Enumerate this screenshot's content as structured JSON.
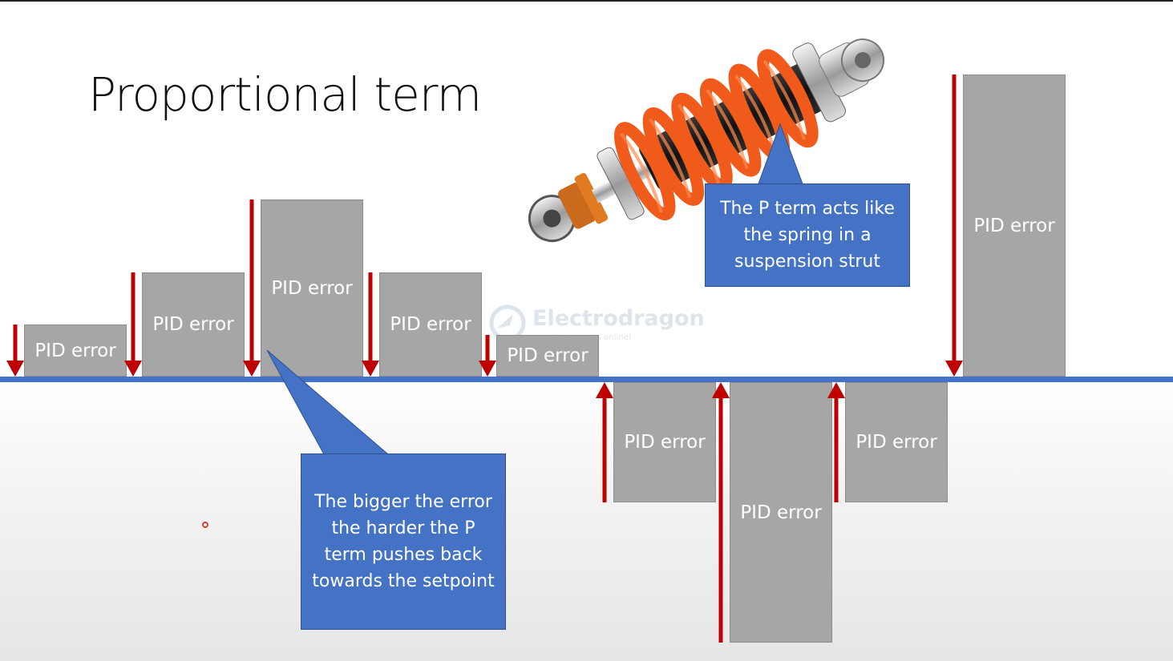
{
  "slide": {
    "title": "Proportional term",
    "colors": {
      "bar": "#a6a6a6",
      "arrow": "#c00000",
      "setpoint_line": "#4472c4",
      "callout": "#4472c4"
    }
  },
  "bars": [
    {
      "label": "PID error",
      "direction": "above",
      "magnitude": 1.0
    },
    {
      "label": "PID error",
      "direction": "above",
      "magnitude": 2.0
    },
    {
      "label": "PID error",
      "direction": "above",
      "magnitude": 3.4
    },
    {
      "label": "PID error",
      "direction": "above",
      "magnitude": 2.0
    },
    {
      "label": "PID error",
      "direction": "above",
      "magnitude": 0.8
    },
    {
      "label": "PID error",
      "direction": "below",
      "magnitude": 2.3
    },
    {
      "label": "PID error",
      "direction": "below",
      "magnitude": 5.0
    },
    {
      "label": "PID error",
      "direction": "below",
      "magnitude": 2.3
    },
    {
      "label": "PID error",
      "direction": "above",
      "magnitude": 5.8
    }
  ],
  "callouts": {
    "spring": "The P term acts like the spring in a suspension strut",
    "bigger_error": "The bigger the error the harder the P term pushes back towards the setpoint"
  },
  "watermark": {
    "brand": "Electrodragon",
    "tagline": "...typing parts online!"
  },
  "image": {
    "name": "suspension-strut"
  }
}
